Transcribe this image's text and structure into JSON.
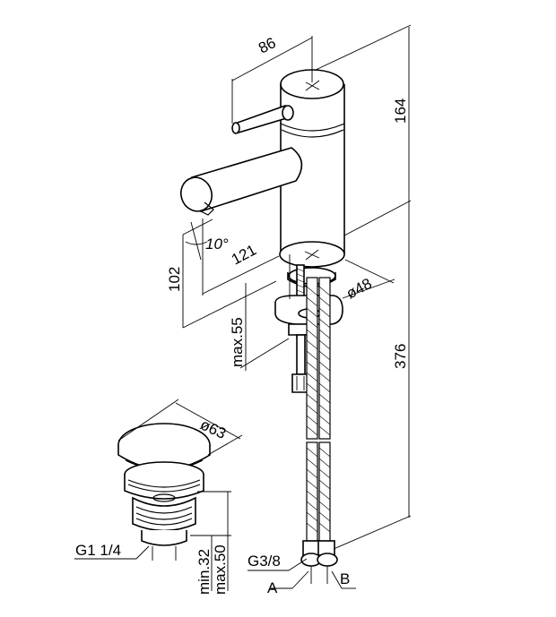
{
  "dimensions": {
    "spout_reach": "86",
    "tap_height": "164",
    "spout_angle": "10°",
    "spout_length": "121",
    "spout_clearance": "102",
    "base_diameter": "ø48",
    "max_deck_thickness": "max.55",
    "hose_length": "376",
    "waste_diameter": "ø63",
    "waste_thread": "G1 1/4",
    "waste_min": "min.32",
    "waste_max": "max.50",
    "hose_thread": "G3/8",
    "hose_a": "A",
    "hose_b": "B"
  }
}
